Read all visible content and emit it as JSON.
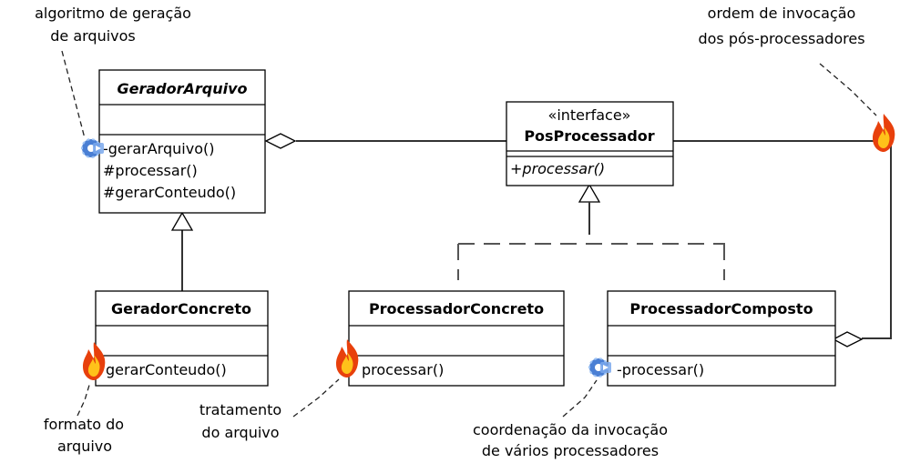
{
  "classes": {
    "gerador_arquivo": {
      "name": "GeradorArquivo",
      "methods": [
        "-gerarArquivo()",
        "#processar()",
        "#gerarConteudo()"
      ]
    },
    "gerador_concreto": {
      "name": "GeradorConcreto",
      "methods": [
        "gerarConteudo()"
      ]
    },
    "pos_processador": {
      "stereotype": "«interface»",
      "name": "PosProcessador",
      "methods": [
        "+processar()"
      ]
    },
    "processador_concreto": {
      "name": "ProcessadorConcreto",
      "methods": [
        "processar()"
      ]
    },
    "processador_composto": {
      "name": "ProcessadorComposto",
      "methods": [
        "-processar()"
      ]
    }
  },
  "annotations": {
    "algoritmo": [
      "algoritmo de geração",
      "de arquivos"
    ],
    "ordem": [
      "ordem de invocação",
      "dos pós-processadores"
    ],
    "formato": [
      "formato do",
      "arquivo"
    ],
    "tratamento": [
      "tratamento",
      "do arquivo"
    ],
    "coordenacao": [
      "coordenação da invocação",
      "de vários processadores"
    ]
  },
  "icons": {
    "template_method": "blue-gear-icon",
    "hook": "flame-icon"
  },
  "colors": {
    "flame_outer": "#e8400c",
    "flame_inner": "#ffc21a",
    "gear_blue": "#4a7fd4"
  }
}
